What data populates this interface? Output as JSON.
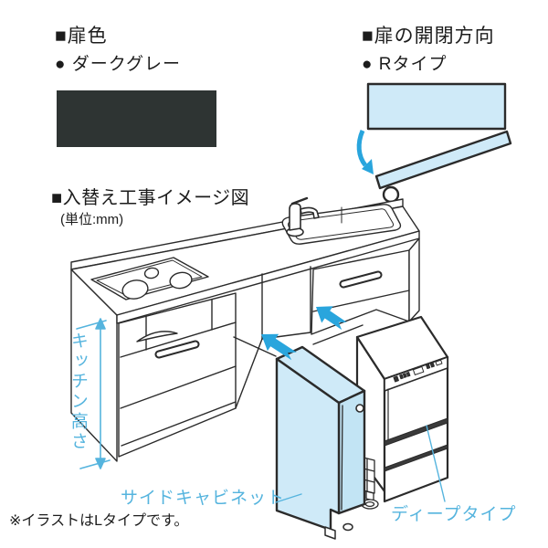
{
  "door_color": {
    "heading": "■扉色",
    "option": "● ダークグレー",
    "swatch_color": "#2e3433"
  },
  "door_direction": {
    "heading": "■扉の開閉方向",
    "option": "● Rタイプ"
  },
  "installation": {
    "heading": "■入替え工事イメージ図",
    "unit_note": "(単位:mm)",
    "labels": {
      "kitchen_height": "キッチン高さ",
      "side_cabinet": "サイドキャビネット",
      "deep_type": "ディープタイプ"
    }
  },
  "footnote": "※イラストはLタイプです。",
  "colors": {
    "swatch_dark_gray": "#2e3433",
    "panel_light_blue": "#cfeaf8",
    "panel_side_blue": "#c2e4f4",
    "label_blue": "#55b4de",
    "arrow_blue": "#29a5dd",
    "line": "#2b2b2b"
  }
}
